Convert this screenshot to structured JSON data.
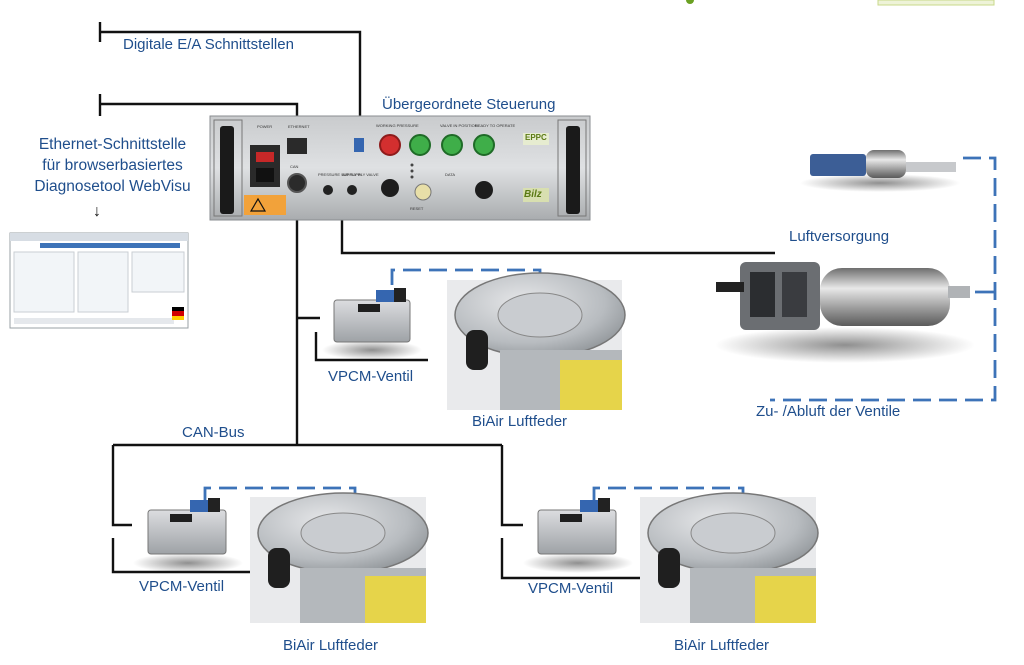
{
  "labels": {
    "digital_io": "Digitale E/A Schnittstellen",
    "ethernet_line1": "Ethernet-Schnittstelle",
    "ethernet_line2": "für browserbasiertes",
    "ethernet_line3": "Diagnosetool WebVisu",
    "ethernet_arrow": "↓",
    "controller": "Übergeordnete Steuerung",
    "air_supply": "Luftversorgung",
    "valve_air": "Zu- /Abluft der Ventile",
    "can_bus": "CAN-Bus",
    "valve_1": "VPCM-Ventil",
    "valve_2": "VPCM-Ventil",
    "valve_3": "VPCM-Ventil",
    "spring_1": "BiAir Luftfeder",
    "spring_2": "BiAir Luftfeder",
    "spring_3": "BiAir Luftfeder"
  },
  "device": {
    "brand": "Bilz",
    "logo_small": "EPPC",
    "panel_labels": [
      "POWER",
      "ETHERNET",
      "CAN",
      "PRESSURE SUPPLY IN",
      "AIR SUPPLY VALVE",
      "WORKING PRESSURE",
      "VALVE IN POSITION",
      "READY TO OPERATE",
      "RESET",
      "DATA"
    ]
  },
  "colors": {
    "label_blue": "#1f4e8c",
    "dashed_blue": "#3d73b8",
    "line_black": "#111111",
    "accent_green": "#6aa022"
  }
}
